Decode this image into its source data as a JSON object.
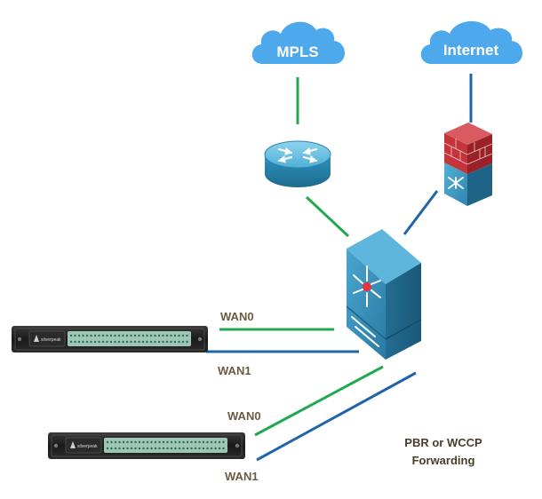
{
  "clouds": {
    "mpls": "MPLS",
    "internet": "Internet"
  },
  "appliances": [
    {
      "brand": "silverpeak",
      "wan0": "WAN0",
      "wan1": "WAN1"
    },
    {
      "brand": "silverpeak",
      "wan0": "WAN0",
      "wan1": "WAN1"
    }
  ],
  "forwarding_note": {
    "line1": "PBR or WCCP",
    "line2": "Forwarding"
  },
  "colors": {
    "cloud": "#4ea8ec",
    "mpls_link": "#22a84f",
    "internet_link": "#2164a8",
    "router": "#2c8fb5",
    "firewall_brick": "#c4343d",
    "switch": "#2e7fa5"
  }
}
